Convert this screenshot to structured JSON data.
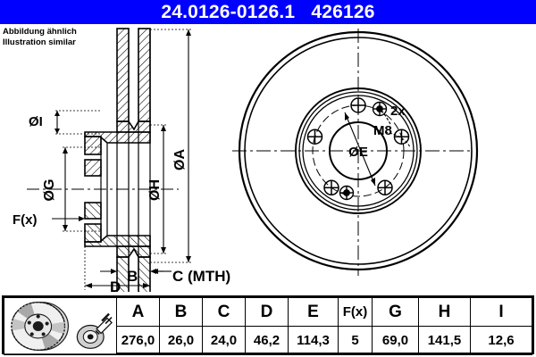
{
  "header": {
    "part_number": "24.0126-0126.1",
    "article_number": "426126",
    "title": "24.0126-0126.1   426126",
    "background_color": "#0000ff",
    "text_color": "#ffffff"
  },
  "note": {
    "line_de": "Abbildung ähnlich",
    "line_en": "Illustration similar"
  },
  "drawing": {
    "section_view": {
      "labels": [
        {
          "id": "dia-i",
          "text": "ØI"
        },
        {
          "id": "dia-g",
          "text": "ØG"
        },
        {
          "id": "f-x",
          "text": "F(x)"
        },
        {
          "id": "dia-h",
          "text": "ØH"
        },
        {
          "id": "dia-a",
          "text": "ØA"
        },
        {
          "id": "dim-b",
          "text": "B"
        },
        {
          "id": "dim-c",
          "text": "C (MTH)"
        },
        {
          "id": "dim-d",
          "text": "D"
        }
      ]
    },
    "face_view": {
      "labels": [
        {
          "id": "dia-e",
          "text": "ØE"
        },
        {
          "id": "thread-count",
          "text": "2x"
        },
        {
          "id": "thread-size",
          "text": "M8"
        }
      ],
      "lug_hole_count": 5,
      "thread_hole_count": 2
    }
  },
  "spec_table": {
    "headers": [
      "A",
      "B",
      "C",
      "D",
      "E",
      "F(x)",
      "G",
      "H",
      "I"
    ],
    "values": [
      "276,0",
      "26,0",
      "24,0",
      "46,2",
      "114,3",
      "5",
      "69,0",
      "141,5",
      "12,6"
    ],
    "thumbnails": [
      {
        "id": "brake-disc-photo",
        "name": "brake-disc"
      },
      {
        "id": "disc-with-tool-photo",
        "name": "brake-disc-measuring-tool"
      }
    ]
  }
}
